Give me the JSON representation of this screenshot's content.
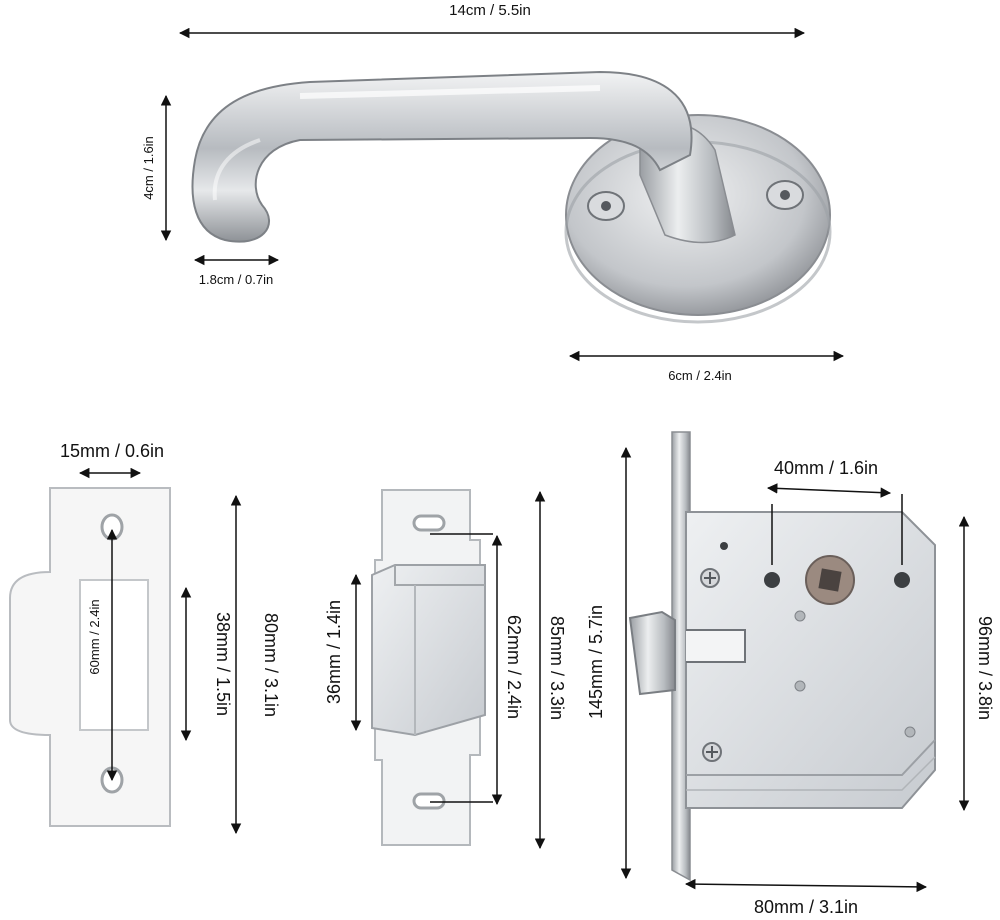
{
  "handle": {
    "width_label": "14cm / 5.5in",
    "height_label": "4cm / 1.6in",
    "grip_label": "1.8cm / 0.7in",
    "rosette_label": "6cm / 2.4in"
  },
  "strike_plate": {
    "width_label": "15mm / 0.6in",
    "hole_spacing_label": "60mm / 2.4in",
    "opening_label": "38mm / 1.5in",
    "length_label": "80mm / 3.1in"
  },
  "keeper": {
    "box_label": "36mm / 1.4in",
    "hole_spacing_label": "62mm / 2.4in",
    "length_label": "85mm / 3.3in"
  },
  "lock_body": {
    "faceplate_label": "145mm / 5.7in",
    "spindle_offset_label": "40mm / 1.6in",
    "body_height_label": "96mm / 3.8in",
    "depth_label": "80mm / 3.1in"
  },
  "colors": {
    "steel": "#c9ccd0",
    "steel_dark": "#8e9297",
    "plate": "#f4f4f4",
    "line": "#111111"
  }
}
